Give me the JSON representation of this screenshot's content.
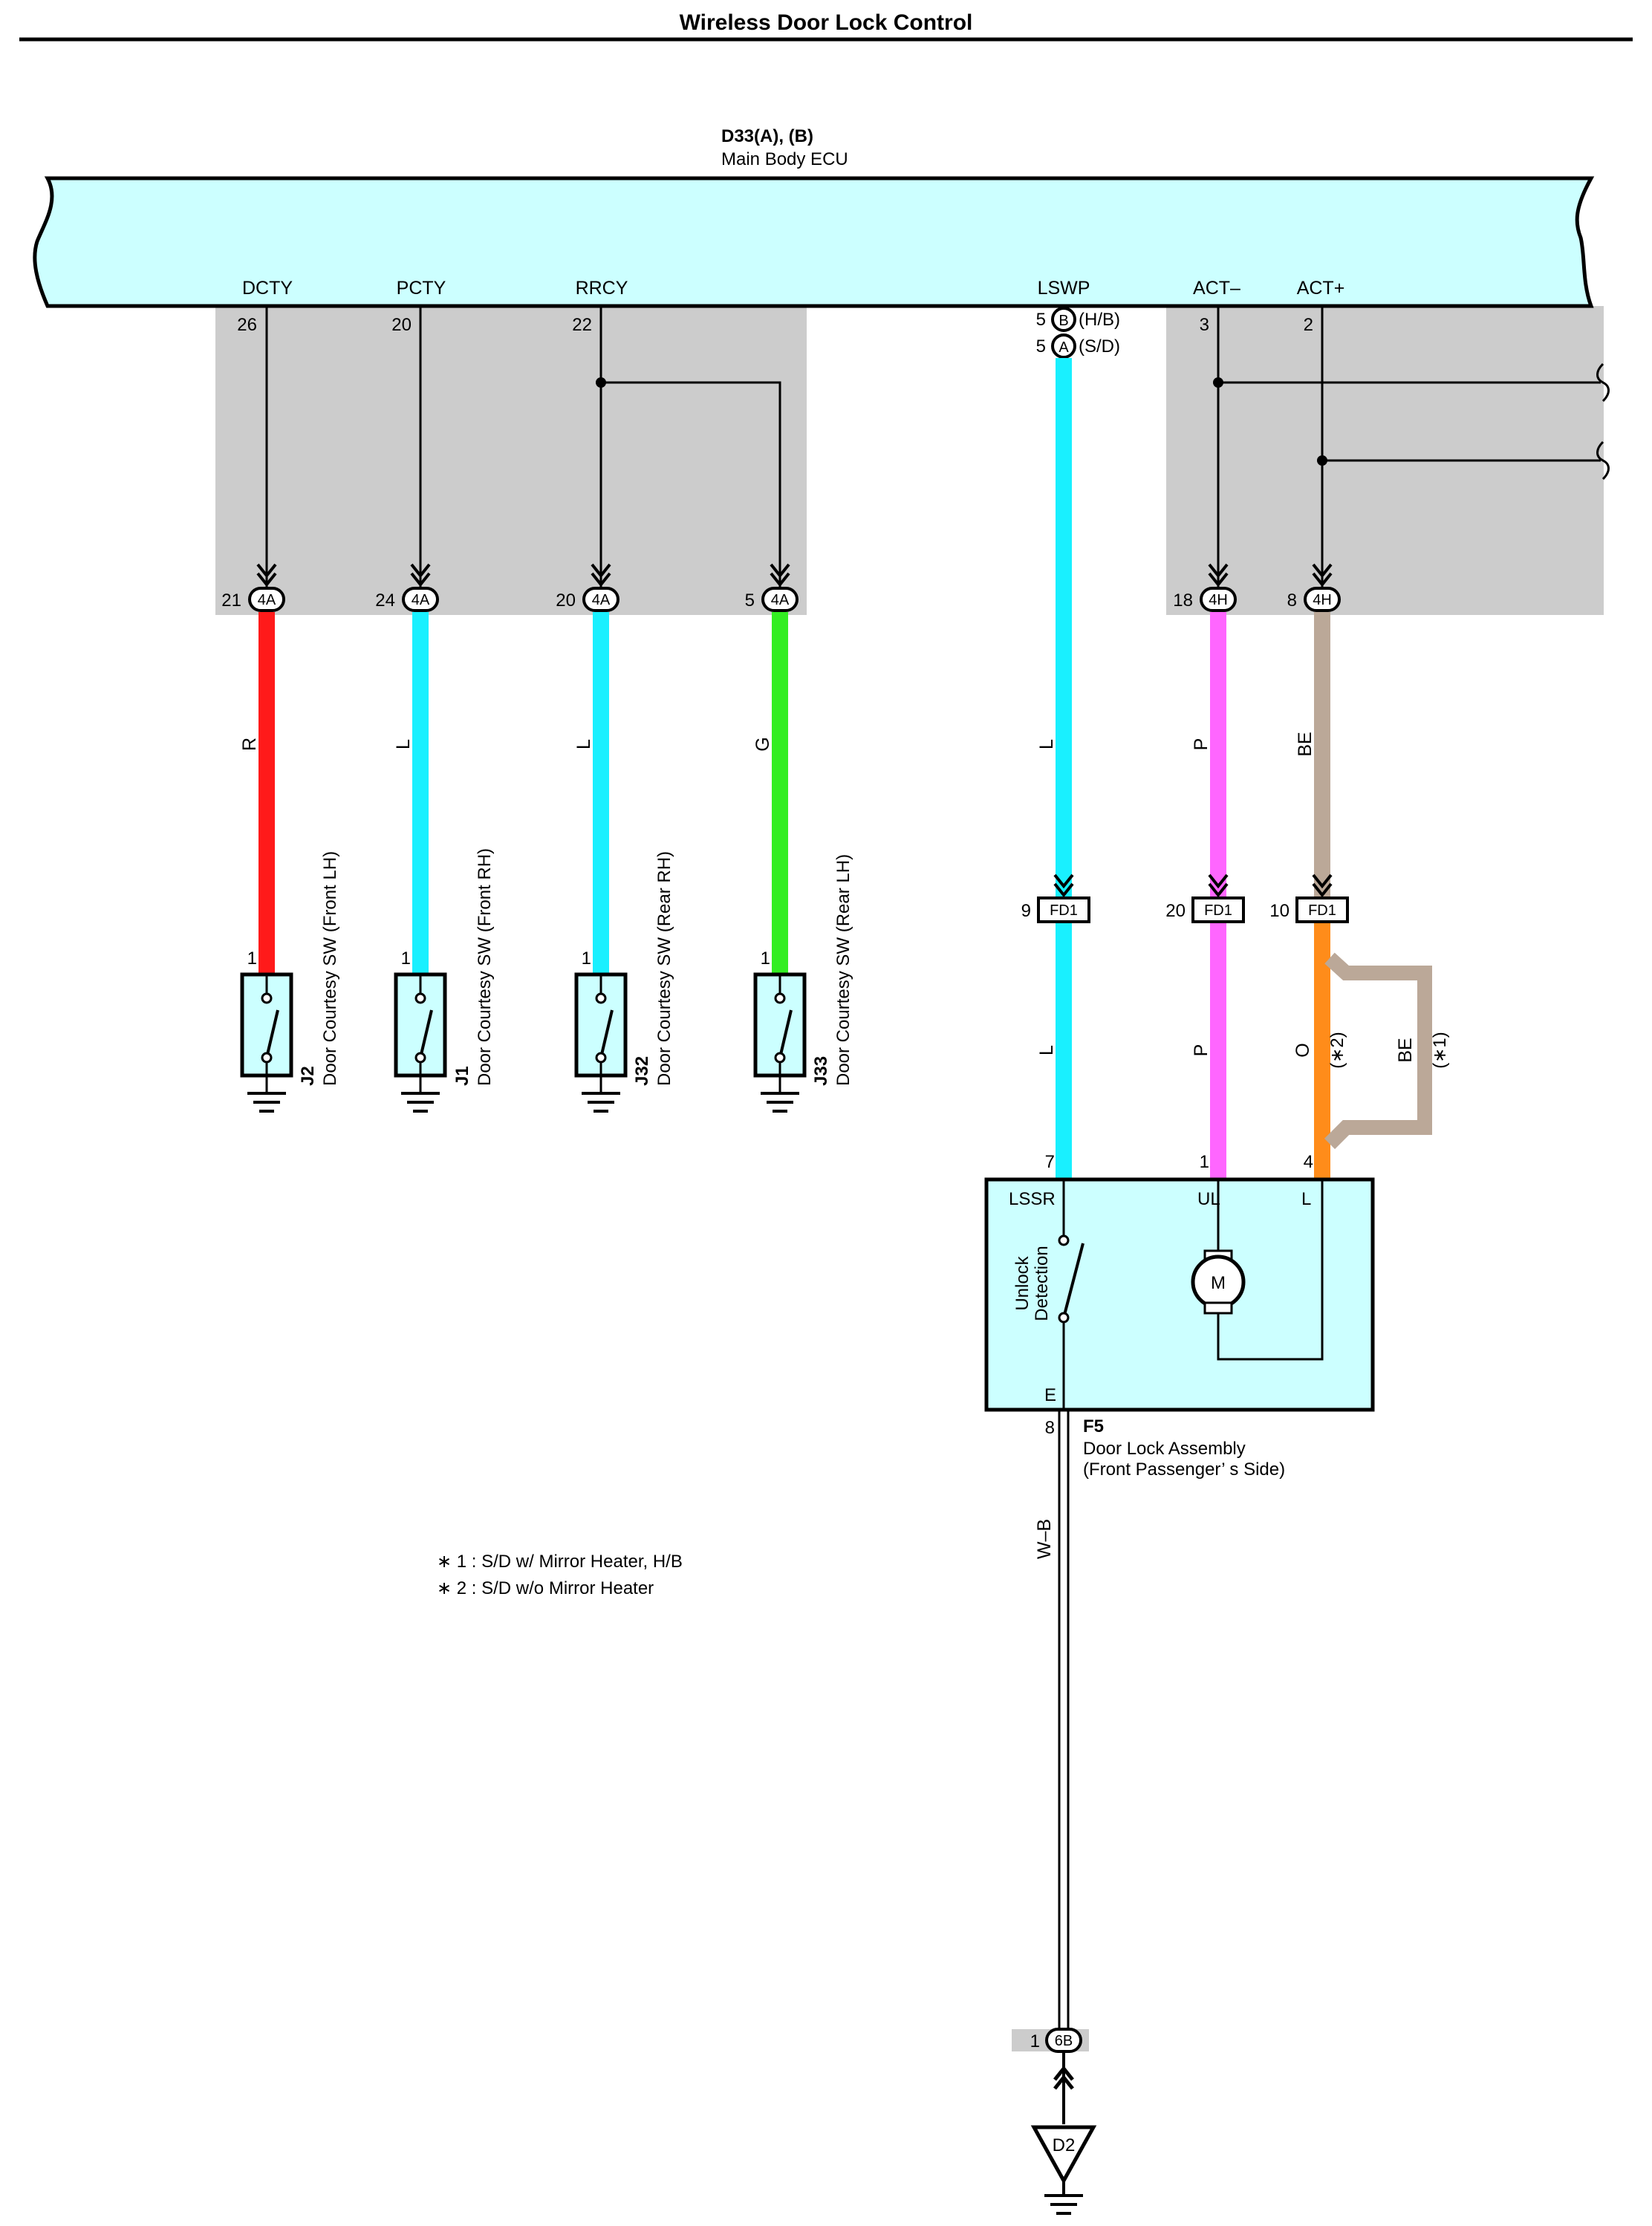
{
  "title": "Wireless Door Lock Control",
  "ecu": {
    "code": "D33(A), (B)",
    "name": "Main Body ECU"
  },
  "signals": {
    "dcty": "DCTY",
    "pcty": "PCTY",
    "rrcy": "RRCY",
    "lswp": "LSWP",
    "act_minus": "ACT–",
    "act_plus": "ACT+"
  },
  "ecu_pins": {
    "dcty": "26",
    "pcty": "20",
    "rrcy": "22",
    "lswp_b": "5",
    "lswp_a": "5",
    "act_minus": "3",
    "act_plus": "2"
  },
  "ecu_connectors": {
    "b": "B",
    "a": "A",
    "b_note": "(H/B)",
    "a_note": "(S/D)"
  },
  "junction_4a": {
    "label": "4A",
    "pins": [
      "21",
      "24",
      "20",
      "5"
    ]
  },
  "junction_4h": {
    "label": "4H",
    "pins": [
      "18",
      "8"
    ]
  },
  "wire_colors": {
    "r": "R",
    "l1": "L",
    "l2": "L",
    "g": "G",
    "lswp_upper": "L",
    "p_upper": "P",
    "be_upper": "BE",
    "lswp_lower": "L",
    "p_lower": "P",
    "o_lower": "O",
    "be_alt": "BE",
    "ground": "W–B"
  },
  "fd1": {
    "label": "FD1",
    "pins": [
      "9",
      "20",
      "10"
    ]
  },
  "variant_marks": {
    "o": "(∗2)",
    "be": "(∗1)"
  },
  "switches": [
    {
      "pin": "1",
      "code": "J2",
      "name": "Door Courtesy SW (Front LH)"
    },
    {
      "pin": "1",
      "code": "J1",
      "name": "Door Courtesy SW (Front RH)"
    },
    {
      "pin": "1",
      "code": "J32",
      "name": "Door Courtesy SW (Rear RH)"
    },
    {
      "pin": "1",
      "code": "J33",
      "name": "Door Courtesy SW (Rear LH)"
    }
  ],
  "door_lock": {
    "pins": {
      "lssr": "7",
      "ul": "1",
      "l": "4",
      "e": "8"
    },
    "terminals": {
      "lssr": "LSSR",
      "ul": "UL",
      "l": "L",
      "e": "E"
    },
    "detect_line1": "Unlock",
    "detect_line2": "Detection",
    "motor": "M",
    "code": "F5",
    "name_line1": "Door Lock Assembly",
    "name_line2": "(Front Passenger’ s Side)"
  },
  "notes": [
    "∗ 1 : S/D w/ Mirror Heater,  H/B",
    "∗ 2 : S/D w/o Mirror Heater"
  ],
  "ground_junction": {
    "pin": "1",
    "label": "6B"
  },
  "ground_point": "D2",
  "colors": {
    "ecu_fill": "#ccffff",
    "shade": "#cccccc",
    "red": "#ff1a1a",
    "cyan": "#19f0ff",
    "green": "#33ee22",
    "pink": "#ff66ff",
    "tan": "#bba898",
    "orange": "#ff8c1a"
  }
}
